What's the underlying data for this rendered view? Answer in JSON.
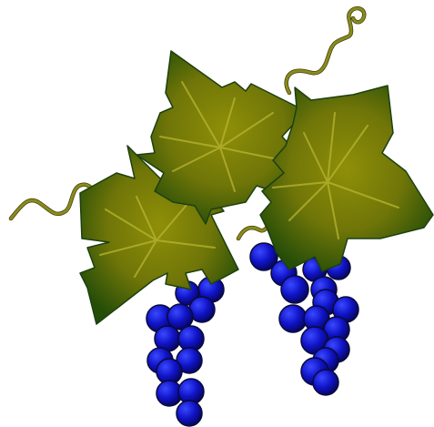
{
  "colors": {
    "background": "#ffffff",
    "leaf_center": "#8f8f08",
    "leaf_mid": "#6f7508",
    "leaf_edge": "#244d08",
    "leaf_stroke": "#1d4010",
    "vein": "#b9b531",
    "tendril": "#8c8a1a",
    "tendril_dark": "#3e4210",
    "grape_light": "#3a48ff",
    "grape_mid": "#1014c8",
    "grape_dark": "#06065e",
    "grape_stroke": "#0a0a3a"
  },
  "illustration": {
    "subject": "grapevine",
    "leaves": 3,
    "clusters": 2
  }
}
